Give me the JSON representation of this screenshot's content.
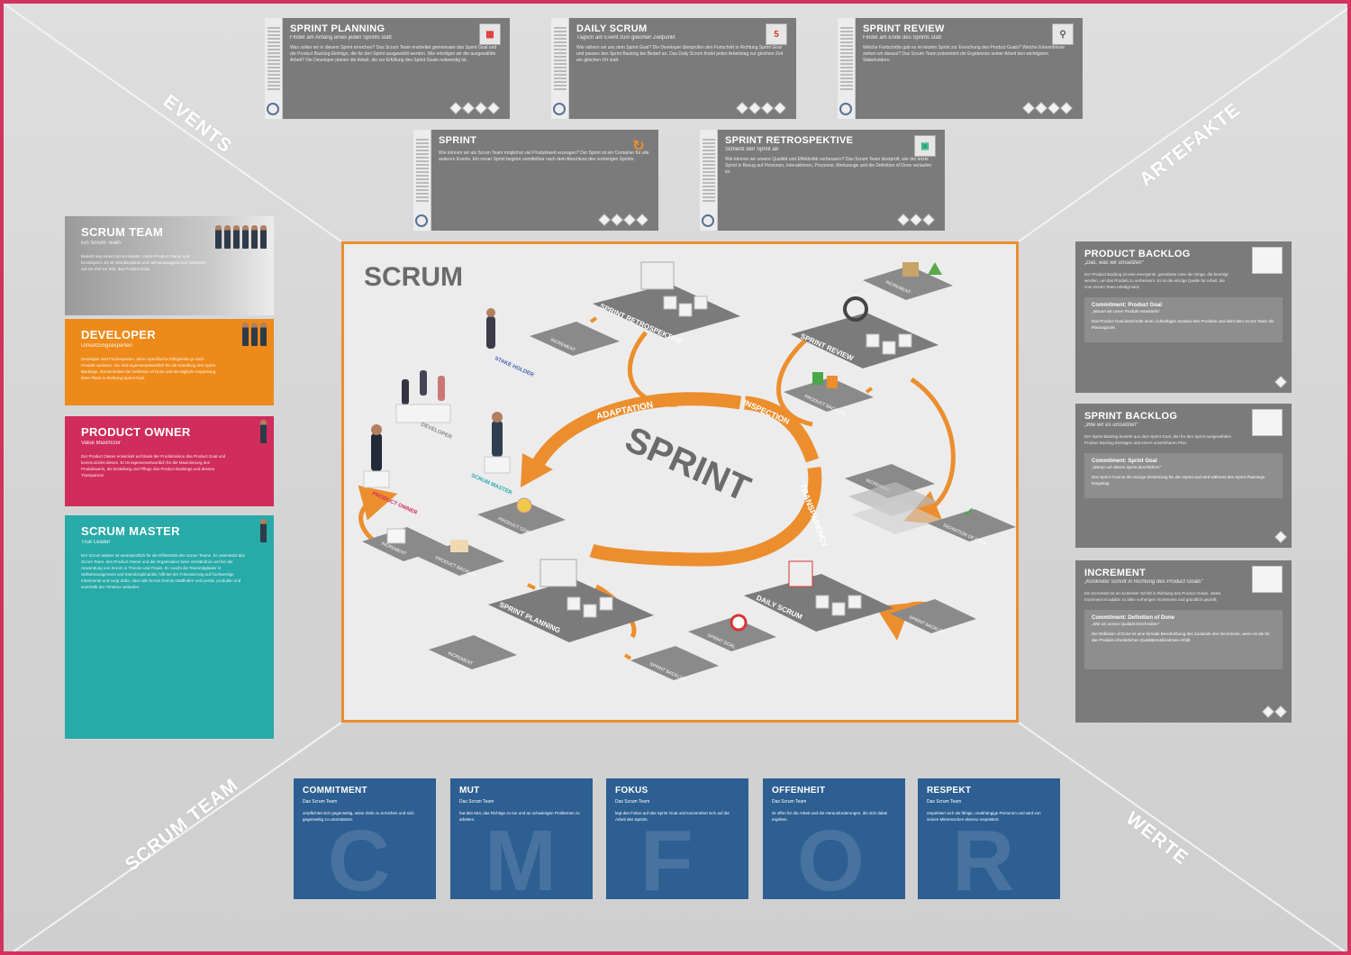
{
  "diagonal_labels": {
    "events": "EVENTS",
    "artefakte": "ARTEFAKTE",
    "scrum_team": "SCRUM TEAM",
    "werte": "WERTE"
  },
  "events": {
    "sprint_planning": {
      "title": "SPRINT PLANNING",
      "subtitle": "Findet am Anfang eines jeden Sprints statt",
      "body": "Was sollen wir in diesem Sprint erreichen? Das Scrum Team erarbeitet gemeinsam das Sprint Goal und die Product Backlog Einträge, die für den Sprint ausgewählt werden. Wie erledigen wir die ausgewählte Arbeit? Die Developer planen die Arbeit, die zur Erfüllung des Sprint Goals notwendig ist."
    },
    "daily_scrum": {
      "title": "DAILY SCRUM",
      "subtitle": "Täglich am Event zum gleichen Zeitpunkt",
      "body": "Wie nähern wir uns dem Sprint Goal? Die Developer überprüfen den Fortschritt in Richtung Sprint Goal und passen den Sprint Backlog bei Bedarf an. Das Daily Scrum findet jeden Arbeitstag zur gleichen Zeit am gleichen Ort statt."
    },
    "sprint_review": {
      "title": "SPRINT REVIEW",
      "subtitle": "Findet am Ende des Sprints statt",
      "body": "Welche Fortschritte gab es im letzten Sprint zur Erreichung des Product Goals? Welche Erkenntnisse ziehen wir daraus? Das Scrum Team präsentiert die Ergebnisse seiner Arbeit den wichtigsten Stakeholdern."
    },
    "sprint": {
      "title": "SPRINT",
      "subtitle": "",
      "body": "Wie können wir als Scrum Team möglichst viel Produktwert erzeugen? Der Sprint ist ein Container für alle anderen Events. Ein neuer Sprint beginnt unmittelbar nach dem Abschluss des vorherigen Sprints."
    },
    "sprint_retrospektive": {
      "title": "SPRINT RETROSPEKTIVE",
      "subtitle": "Schließt den Sprint ab",
      "body": "Wie können wir unsere Qualität und Effektivität verbessern? Das Scrum Team überprüft, wie der letzte Sprint in Bezug auf Personen, Interaktionen, Prozesse, Werkzeuge und die Definition of Done verlaufen ist."
    }
  },
  "roles": {
    "scrum_team": {
      "title": "SCRUM TEAM",
      "subtitle": "Ein Scrum Team",
      "body": "besteht aus einem Scrum Master, einem Product Owner und Developern. Es ist interdisziplinär und selbstmanagend und fokussiert auf ein Ziel zur Zeit, das Product Goal."
    },
    "developer": {
      "title": "DEVELOPER",
      "subtitle": "Umsetzungsexperten",
      "body": "Developer sind Fachexperten, deren spezifische Fähigkeiten je nach Produkt variieren. Sie sind eigenverantwortlich für die Erstellung des Sprint Backlogs, das Einhalten der Definition of Done und die tägliche Anpassung ihres Plans in Richtung Sprint Goal."
    },
    "product_owner": {
      "title": "PRODUCT OWNER",
      "subtitle": "Value Maximizer",
      "body": "Der Product Owner entwickelt auf Basis der Produktvision das Product Goal und kommuniziert dieses. Er ist eigenverantwortlich für die Maximierung des Produktwerts, die Erstellung und Pflege des Product Backlogs und dessen Transparenz."
    },
    "scrum_master": {
      "title": "SCRUM MASTER",
      "subtitle": "True Leader",
      "body": "Der Scrum Master ist verantwortlich für die Effektivität des Scrum Teams. Er unterstützt das Scrum Team, den Product Owner und die Organisation beim Verständnis und bei der Anwendung von Scrum in Theorie und Praxis. Er coacht die Teammitglieder in Selbstmanagement und Interdisziplinarität, hilft bei der Fokussierung auf hochwertige Inkremente und sorgt dafür, dass alle Scrum Events stattfinden und positiv, produktiv und innerhalb der Timebox verlaufen."
    }
  },
  "artifacts": {
    "product_backlog": {
      "title": "PRODUCT BACKLOG",
      "subtitle": "„Das, was wir umsetzen“",
      "body": "Der Product Backlog ist eine emergente, geordnete Liste der Dinge, die benötigt werden, um das Produkt zu verbessern. Er ist die einzige Quelle für Arbeit, die vom Scrum Team erledigt wird.",
      "commitment_title": "Commitment: Product Goal",
      "commitment_sub": "„Warum wir unser Produkt entwickeln“",
      "commitment_body": "Das Product Goal beschreibt einen zukünftigen Zustand des Produkts und dient dem Scrum Team als Planungsziel."
    },
    "sprint_backlog": {
      "title": "SPRINT BACKLOG",
      "subtitle": "„Wie wir es umsetzen“",
      "body": "Der Sprint Backlog besteht aus dem Sprint Goal, den für den Sprint ausgewählten Product Backlog Einträgen und einem umsetzbaren Plan.",
      "commitment_title": "Commitment: Sprint Goal",
      "commitment_sub": "„Warum wir diesen Sprint durchführen“",
      "commitment_body": "Das Sprint Goal ist die einzige Zielsetzung für den Sprint und wird während des Sprint Plannings festgelegt."
    },
    "increment": {
      "title": "INCREMENT",
      "subtitle": "„Konkreter Schritt in Richtung des Product Goals“",
      "body": "Ein Increment ist ein konkreter Schritt in Richtung des Product Goals. Jedes Increment ist additiv zu allen vorherigen Increments und gründlich geprüft.",
      "commitment_title": "Commitment: Definition of Done",
      "commitment_sub": "„Wie wir unsere Qualität beschreiben“",
      "commitment_body": "Die Definition of Done ist eine formale Beschreibung des Zustands des Increments, wenn es die für das Produkt erforderlichen Qualitätsmaßnahmen erfüllt."
    }
  },
  "values": [
    {
      "title": "COMMITMENT",
      "subtitle": "Das Scrum Team",
      "body": "verpflichtet sich gegenseitig, seine Ziele zu erreichen und sich gegenseitig zu unterstützen.",
      "letter": "C"
    },
    {
      "title": "MUT",
      "subtitle": "Das Scrum Team",
      "body": "hat den Mut, das Richtige zu tun und an schwierigen Problemen zu arbeiten.",
      "letter": "M"
    },
    {
      "title": "FOKUS",
      "subtitle": "Das Scrum Team",
      "body": "legt den Fokus auf das Sprint Goal und konzentriert sich auf die Arbeit des Sprints.",
      "letter": "F"
    },
    {
      "title": "OFFENHEIT",
      "subtitle": "Das Scrum Team",
      "body": "ist offen für die Arbeit und die Herausforderungen, die sich dabei ergeben.",
      "letter": "O"
    },
    {
      "title": "RESPEKT",
      "subtitle": "Das Scrum Team",
      "body": "respektiert sich als fähige, unabhängige Personen und wird von seinen Mitmenschen ebenso respektiert.",
      "letter": "R"
    }
  ],
  "scrum": {
    "title": "SCRUM",
    "sprint_label": "SPRINT",
    "arrow_labels": {
      "adaptation": "ADAPTATION",
      "inspection": "INSPECTION",
      "transparency": "TRANSPARENCY"
    },
    "roles": {
      "stakeholder": "STAKE HOLDER",
      "developer": "DEVELOPER",
      "scrum_master": "SCRUM MASTER",
      "product_owner": "PRODUCT OWNER"
    },
    "platforms": {
      "sprint_retrospektive": "SPRINT RETROSPEKTIVE",
      "sprint_review": "SPRINT REVIEW",
      "sprint_planning": "SPRINT PLANNING",
      "daily_scrum": "DAILY SCRUM"
    },
    "items": {
      "increment": "INCREMENT",
      "product_goal": "PRODUCT GOAL",
      "product_backlog": "PRODUCT BACKLOG",
      "sprint_goal": "SPRINT GOAL",
      "sprint_backlog": "SPRINT BACKLOG",
      "definition_of_done": "DEFINITION OF DONE"
    }
  },
  "colors": {
    "border": "#d2335c",
    "card_gray": "#7b7b7b",
    "developer": "#ee8a1a",
    "product_owner": "#d02d5c",
    "scrum_master": "#27aaa8",
    "value_blue": "#2d5f92",
    "scrum_orange": "#ec8e2e",
    "stakeholder_accent": "#4a63b8",
    "scrum_master_accent": "#27aaa8",
    "product_owner_accent": "#d02d5c"
  }
}
